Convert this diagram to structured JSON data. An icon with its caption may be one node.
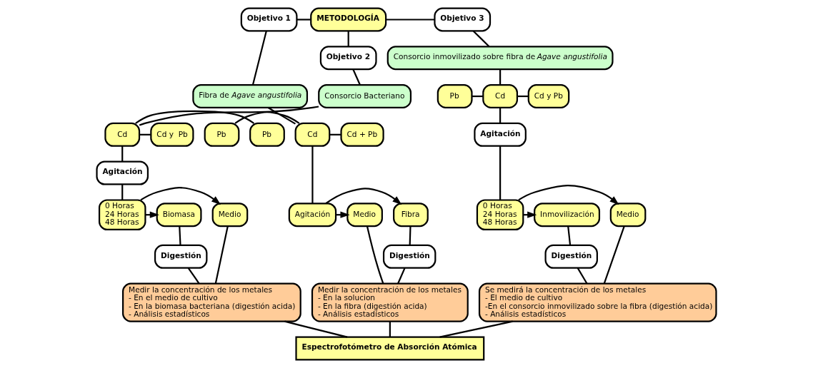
{
  "diagram": {
    "nodes": [
      {
        "text": [
          "METODOLOGÍA"
        ]
      },
      {
        "text": [
          "Objetivo 1"
        ]
      },
      {
        "text": [
          "Objetivo 2"
        ]
      },
      {
        "text": [
          "Objetivo 3"
        ]
      },
      {
        "text": [
          "Fibra de *Agave angustifolia*"
        ]
      },
      {
        "text": [
          "Pb"
        ]
      },
      {
        "text": [
          "Cd"
        ]
      },
      {
        "text": [
          "Cd + Pb"
        ]
      },
      {
        "text": [
          "Fibra"
        ]
      },
      {
        "text": [
          "Agitación"
        ]
      },
      {
        "text": [
          "Medio"
        ]
      },
      {
        "text": [
          "Digestión"
        ]
      },
      {
        "text": [
          "Medir la concentración de los metales",
          "- En la solucion",
          "- En la fibra (digestión acida)",
          "- Análisis estadísticos"
        ]
      },
      {
        "text": [
          "Consorcio Bacteriano"
        ]
      },
      {
        "text": [
          "Pb"
        ]
      },
      {
        "text": [
          "Cd"
        ]
      },
      {
        "text": [
          "Cd y  Pb"
        ]
      },
      {
        "text": [
          "Agitación"
        ]
      },
      {
        "text": [
          "0 Horas",
          "24 Horas",
          "48 Horas"
        ]
      },
      {
        "text": [
          "Medio"
        ]
      },
      {
        "text": [
          "Biomasa"
        ]
      },
      {
        "text": [
          "Digestión"
        ]
      },
      {
        "text": [
          "Medir la concentración de los metales",
          "- En el medio de cultivo",
          "- En la biomasa bacteriana (digestión acida)",
          "- Análisis estadísticos"
        ]
      },
      {
        "text": [
          "Consorcio inmovilizado sobre fibra de *Agave angustifolia*"
        ]
      },
      {
        "text": [
          "Pb"
        ]
      },
      {
        "text": [
          "Cd"
        ]
      },
      {
        "text": [
          "Cd y Pb"
        ]
      },
      {
        "text": [
          "Agitación"
        ]
      },
      {
        "text": [
          "0 Horas",
          "24 Horas",
          "48 Horas"
        ]
      },
      {
        "text": [
          "Medio"
        ]
      },
      {
        "text": [
          "Inmovilización"
        ]
      },
      {
        "text": [
          "Digestión"
        ]
      },
      {
        "text": [
          "Se medirá la concentración de los metales",
          "- El medio de cultivo",
          "-En el consorcio inmovilizado sobre la fibra (digestión acida)",
          "- Análisis estadísticos"
        ]
      },
      {
        "text": [
          "Espectrofotómetro de Absorción Atómica"
        ]
      }
    ],
    "edges": [
      {
        "from": 1,
        "to": 0,
        "arrow": "none"
      },
      {
        "from": 0,
        "to": 2,
        "arrow": "none"
      },
      {
        "from": 0,
        "to": 3,
        "arrow": "none"
      },
      {
        "from": 1,
        "to": 4,
        "arrow": "none"
      },
      {
        "from": 4,
        "to": 6,
        "arrow": "none"
      },
      {
        "from": 5,
        "to": 6,
        "arrow": "none"
      },
      {
        "from": 6,
        "to": 7,
        "arrow": "none"
      },
      {
        "from": 6,
        "to": 9,
        "arrow": "none"
      },
      {
        "from": 9,
        "to": 8,
        "arrow": "to"
      },
      {
        "from": 9,
        "to": 10,
        "arrow": "to"
      },
      {
        "from": 8,
        "to": 11,
        "arrow": "none"
      },
      {
        "from": 11,
        "to": 12,
        "arrow": "none"
      },
      {
        "from": 10,
        "to": 12,
        "arrow": "none"
      },
      {
        "from": 2,
        "to": 13,
        "arrow": "none"
      },
      {
        "from": 13,
        "to": 15,
        "arrow": "none"
      },
      {
        "from": 14,
        "to": 15,
        "arrow": "none"
      },
      {
        "from": 15,
        "to": 16,
        "arrow": "none"
      },
      {
        "from": 15,
        "to": 17,
        "arrow": "none"
      },
      {
        "from": 17,
        "to": 18,
        "arrow": "none"
      },
      {
        "from": 18,
        "to": 19,
        "arrow": "to"
      },
      {
        "from": 18,
        "to": 20,
        "arrow": "to"
      },
      {
        "from": 20,
        "to": 21,
        "arrow": "none"
      },
      {
        "from": 21,
        "to": 22,
        "arrow": "none"
      },
      {
        "from": 19,
        "to": 22,
        "arrow": "none"
      },
      {
        "from": 3,
        "to": 23,
        "arrow": "none"
      },
      {
        "from": 23,
        "to": 25,
        "arrow": "none"
      },
      {
        "from": 24,
        "to": 25,
        "arrow": "none"
      },
      {
        "from": 25,
        "to": 26,
        "arrow": "none"
      },
      {
        "from": 25,
        "to": 27,
        "arrow": "none"
      },
      {
        "from": 27,
        "to": 28,
        "arrow": "none"
      },
      {
        "from": 28,
        "to": 29,
        "arrow": "to"
      },
      {
        "from": 28,
        "to": 30,
        "arrow": "to"
      },
      {
        "from": 30,
        "to": 31,
        "arrow": "none"
      },
      {
        "from": 31,
        "to": 32,
        "arrow": "none"
      },
      {
        "from": 29,
        "to": 32,
        "arrow": "none"
      },
      {
        "from": 12,
        "to": 33,
        "arrow": "none"
      },
      {
        "from": 22,
        "to": 33,
        "arrow": "none"
      },
      {
        "from": 32,
        "to": 33,
        "arrow": "none"
      }
    ]
  }
}
